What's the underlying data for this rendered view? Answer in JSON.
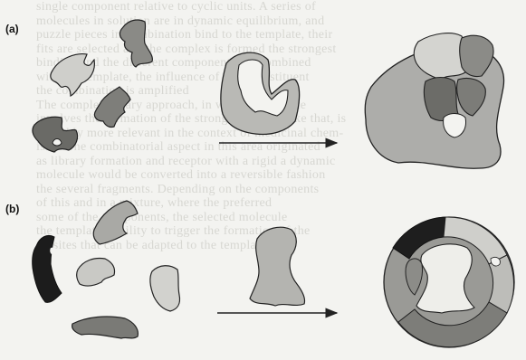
{
  "panels": [
    {
      "label": "(a)"
    },
    {
      "label": "(b)"
    }
  ],
  "background_text": "single component relative to cyclic units. A series of\nmolecules in solution are in dynamic equilibrium, and\npuzzle pieces in combination bind to the template, their\nfits are selected and the complex is formed the strongest\nbinding and the different components are combined\nwith the template, the influence of each constituent\nthe combination is amplified\n   The complementary approach, in which a template\ninvolves the formation of the strongest binder, like that, is\nprobably more relevant in the context of medicinal chem-\nistry. The combinatorial aspect in this area originated\nas library formation and receptor with a rigid a dynamic\nmolecule would be converted into a reversible fashion\nthe several fragments. Depending on the components\nof this and in a mixture, where the preferred\nsome of the components, the selected molecule\nthe template's ability to trigger the formation of the\nall sites that can be adapted to the template.",
  "colors": {
    "light": "#c8c8c4",
    "mid": "#8f8f8b",
    "dark": "#5c5c58",
    "black": "#1a1a1a",
    "outline": "#222222"
  }
}
